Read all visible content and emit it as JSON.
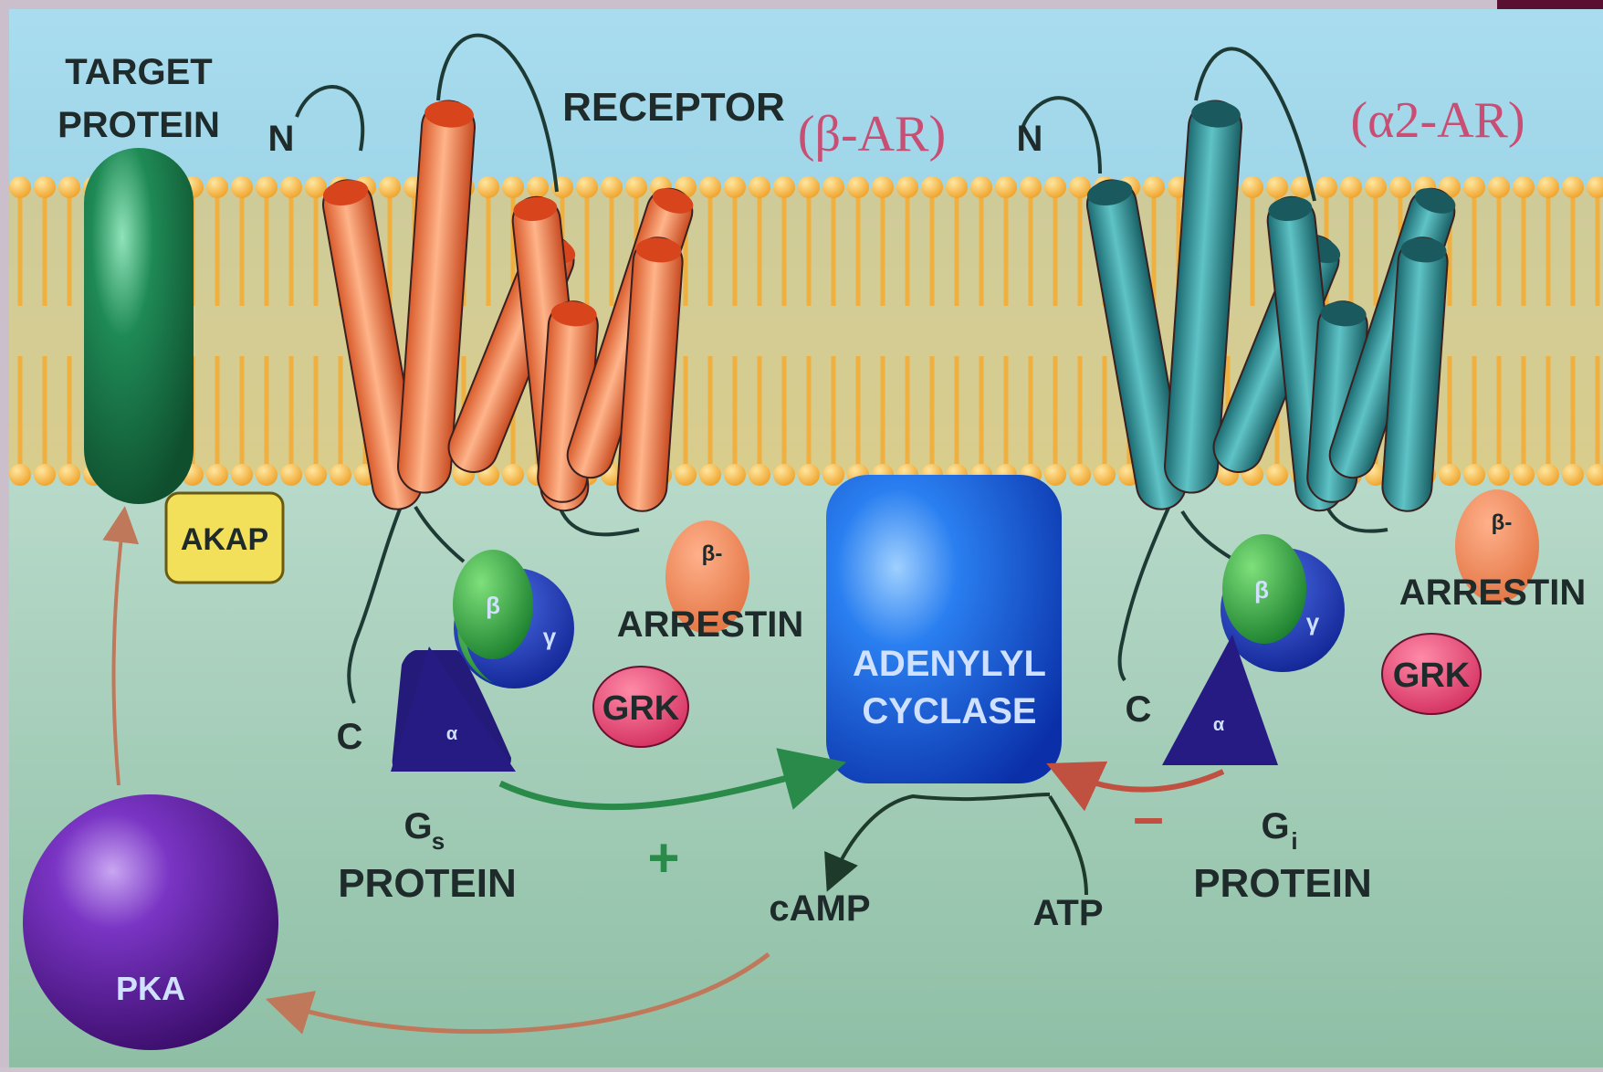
{
  "labels": {
    "target_protein_line1": "TARGET",
    "target_protein_line2": "PROTEIN",
    "receptor": "RECEPTOR",
    "beta_ar": "(β-AR)",
    "alpha2_ar": "(α2-AR)",
    "n_left": "N",
    "n_right": "N",
    "c_left": "C",
    "c_right": "C",
    "akap": "AKAP",
    "beta_subunit": "β",
    "gamma_subunit": "γ",
    "alpha_subunit": "α",
    "arrestin_badge": "β-",
    "arrestin": "ARRESTIN",
    "grk": "GRK",
    "adenylyl": "ADENYLYL",
    "cyclase": "CYCLASE",
    "gs_g": "G",
    "gs_sub": "s",
    "gi_g": "G",
    "gi_sub": "i",
    "protein": "PROTEIN",
    "plus": "+",
    "minus": "–",
    "camp": "cAMP",
    "atp": "ATP",
    "pka": "PKA"
  },
  "colors": {
    "beta_receptor": "#f0804a",
    "alpha_receptor": "#2f8f95",
    "membrane": "#f4b544",
    "cytoplasm": "#9cc9b0",
    "extracellular": "#9ed6ec",
    "adenylyl_cyclase": "#1e5fd6",
    "pka": "#5a1d90",
    "target_protein": "#1c7a4a",
    "stimulatory_arrow": "#2a8a4a",
    "inhibitory_arrow": "#c05040",
    "camp_arrow": "#c07a5a"
  }
}
